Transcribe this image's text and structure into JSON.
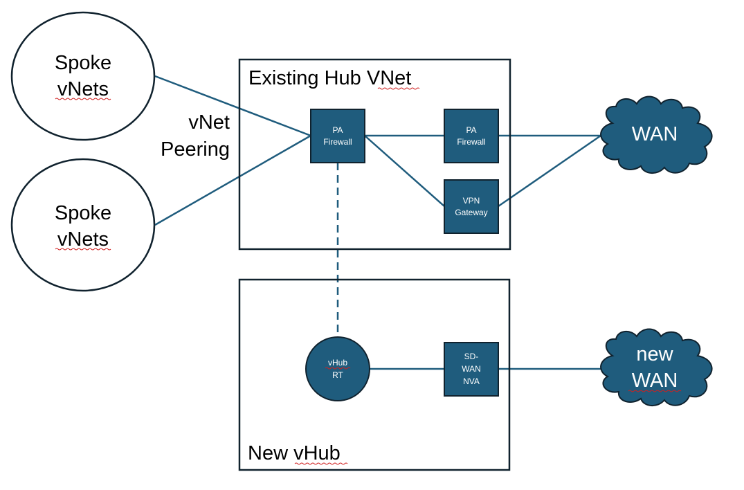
{
  "colors": {
    "accent": "#1f5c7d",
    "outline": "#10222e",
    "text": "#000000"
  },
  "spokes": [
    {
      "line1": "Spoke",
      "line2": "vNets"
    },
    {
      "line1": "Spoke",
      "line2": "vNets"
    }
  ],
  "peering": {
    "line1": "vNet",
    "line2": "Peering"
  },
  "hub": {
    "title": "Existing Hub VNet"
  },
  "vhub": {
    "title": "New vHub"
  },
  "nodes": {
    "pa_firewall_left": {
      "line1": "PA",
      "line2": "Firewall"
    },
    "pa_firewall_right": {
      "line1": "PA",
      "line2": "Firewall"
    },
    "vpn_gateway": {
      "line1": "VPN",
      "line2": "Gateway"
    },
    "vhub_rt": {
      "line1": "vHub",
      "line2": "RT"
    },
    "sdwan_nva": {
      "line1": "SD-",
      "line2": "WAN",
      "line3": "NVA"
    }
  },
  "clouds": {
    "wan": {
      "label": "WAN"
    },
    "new_wan": {
      "line1": "new",
      "line2": "WAN"
    }
  }
}
